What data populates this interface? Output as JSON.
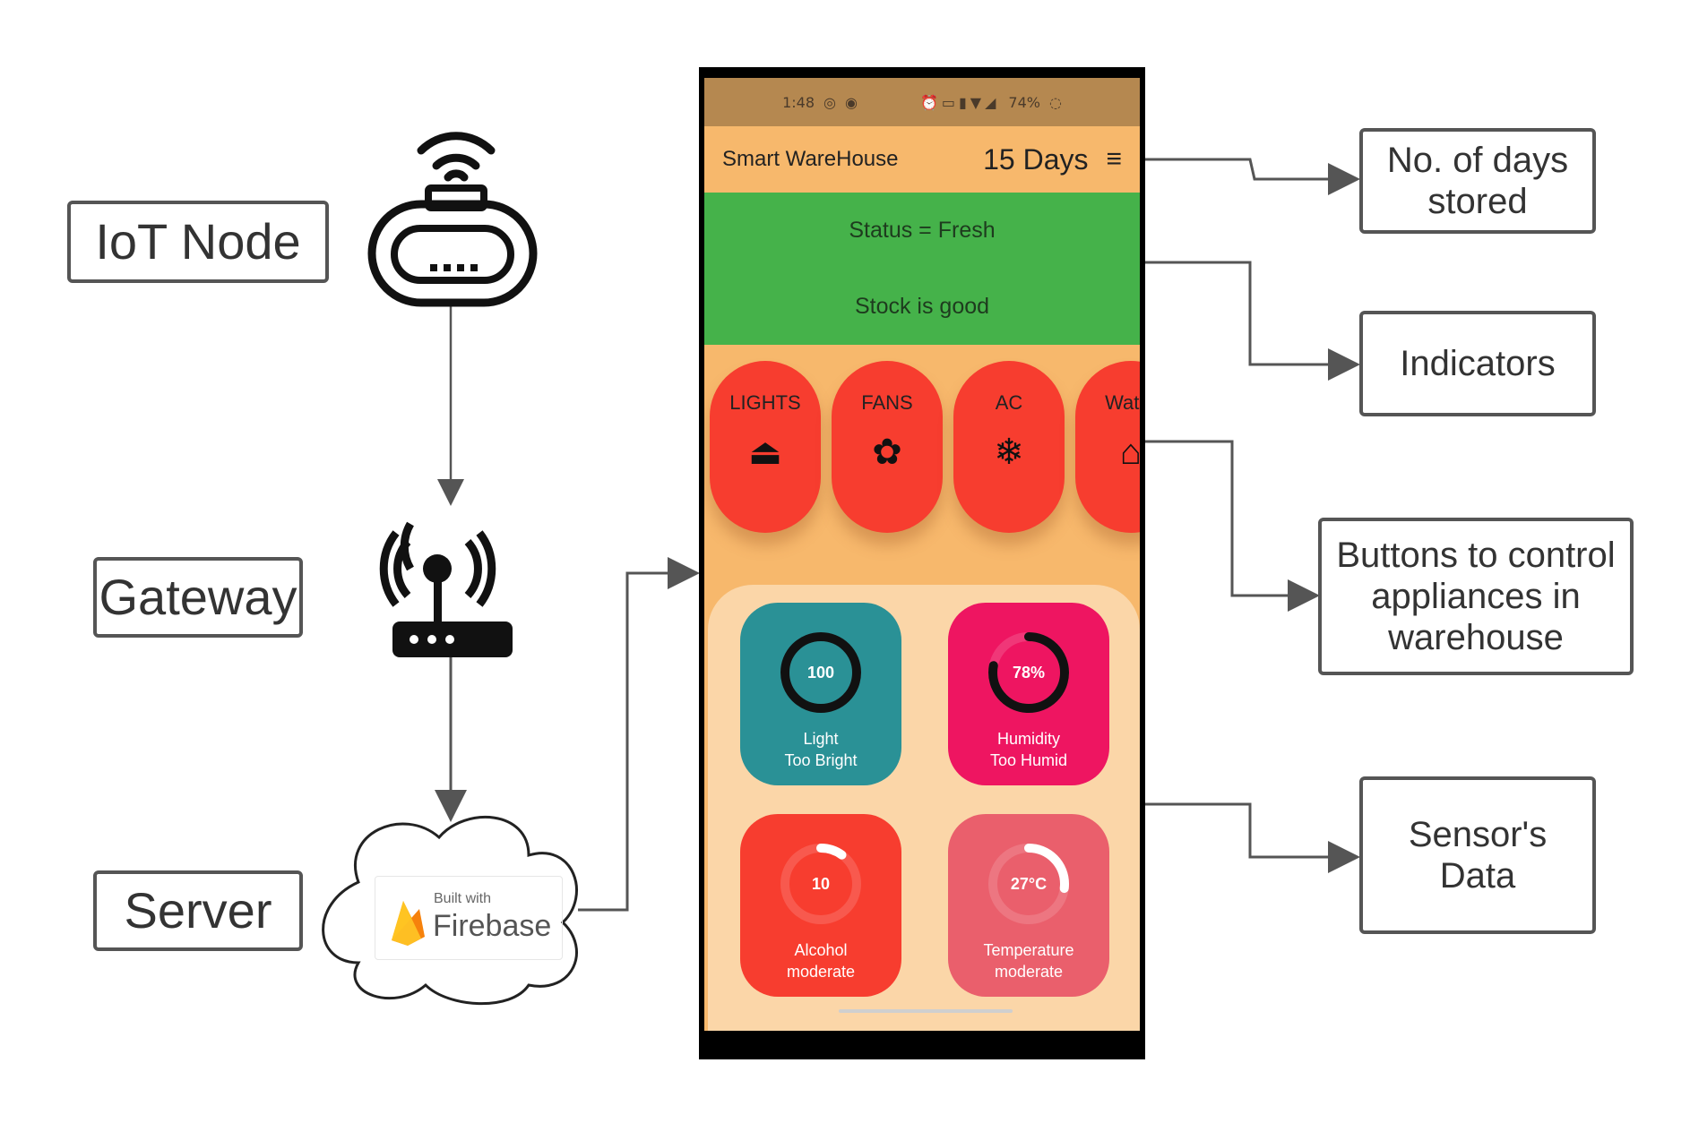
{
  "diagram": {
    "left_labels": {
      "iot_node": "IoT Node",
      "gateway": "Gateway",
      "server": "Server"
    },
    "firebase_badge": {
      "line1": "Built with",
      "line2": "Firebase"
    },
    "right_labels": {
      "days_stored": "No. of days stored",
      "indicators": "Indicators",
      "buttons": "Buttons to control appliances in warehouse",
      "sensors": "Sensor's Data"
    }
  },
  "phone": {
    "statusbar": {
      "time": "1:48",
      "battery": "74%"
    },
    "appbar": {
      "title": "Smart WareHouse",
      "days": "15 Days",
      "menu_icon": "hamburger-icon"
    },
    "status_panel": {
      "status": "Status = Fresh",
      "stock": "Stock is good",
      "color": "#45b24a"
    },
    "controls": [
      {
        "label": "LIGHTS",
        "icon": "lamp-icon"
      },
      {
        "label": "FANS",
        "icon": "fan-icon"
      },
      {
        "label": "AC",
        "icon": "snowflake-icon"
      },
      {
        "label": "Water",
        "icon": "home-water-icon"
      }
    ],
    "sensors": [
      {
        "value": "100",
        "name": "Light",
        "state": "Too Bright",
        "color": "#2a9196",
        "fill": 1.0
      },
      {
        "value": "78%",
        "name": "Humidity",
        "state": "Too Humid",
        "color": "#ee1561",
        "fill": 0.78
      },
      {
        "value": "10",
        "name": "Alcohol",
        "state": "moderate",
        "color": "#f73d2f",
        "fill": 0.1
      },
      {
        "value": "27°C",
        "name": "Temperature",
        "state": "moderate",
        "color": "#ea5f6c",
        "fill": 0.27
      }
    ]
  }
}
